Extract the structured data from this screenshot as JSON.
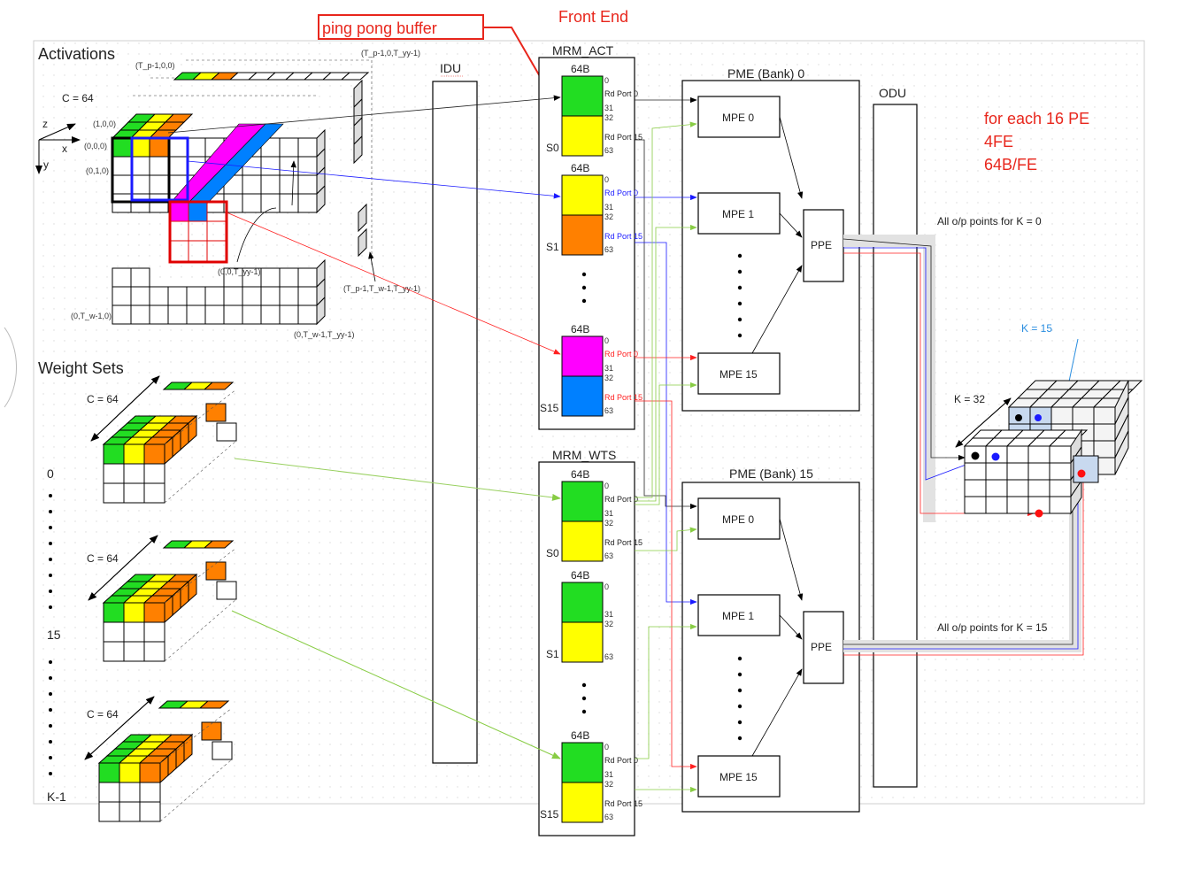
{
  "header": {
    "front_end": "Front End",
    "ping_pong": "ping pong buffer",
    "note_lines": [
      "for each 16 PE",
      "4FE",
      "64B/FE"
    ]
  },
  "activations": {
    "title": "Activations",
    "c_label": "C = 64",
    "axis": {
      "z": "z",
      "x": "x",
      "y": "y"
    },
    "corners": [
      "(T_p-1,0,0)",
      "(T_p-1,0,T_yy-1)",
      "(1,0,0)",
      "(0,0,0)",
      "(0,1,0)",
      "(0,0,T_yy-1)",
      "(T_p-1,T_w-1,T_yy-1)",
      "(0,T_w-1,0)",
      "(0,T_w-1,T_yy-1)"
    ]
  },
  "weights": {
    "title": "Weight Sets",
    "c_labels": [
      "C = 64",
      "C = 64",
      "C = 64"
    ],
    "index_labels": [
      "0",
      "15",
      "K-1"
    ]
  },
  "idu": {
    "label": "IDU"
  },
  "odu": {
    "label": "ODU"
  },
  "mrm_act": {
    "title": "MRM_ACT",
    "banks": [
      {
        "size": "64B",
        "name": "S0",
        "idx": [
          "0",
          "31",
          "32",
          "63"
        ],
        "ports": [
          "Rd Port 0",
          "Rd Port 15"
        ]
      },
      {
        "size": "64B",
        "name": "S1",
        "idx": [
          "0",
          "31",
          "32",
          "63"
        ],
        "ports": [
          "Rd Port 0",
          "Rd Port 15"
        ]
      },
      {
        "size": "64B",
        "name": "S15",
        "idx": [
          "0",
          "31",
          "32",
          "63"
        ],
        "ports": [
          "Rd Port 0",
          "Rd Port 15"
        ]
      }
    ]
  },
  "mrm_wts": {
    "title": "MRM_WTS",
    "banks": [
      {
        "size": "64B",
        "name": "S0",
        "idx": [
          "0",
          "31",
          "32",
          "63"
        ],
        "ports": [
          "Rd Port 0",
          "Rd Port 15"
        ]
      },
      {
        "size": "64B",
        "name": "S1",
        "idx": [
          "0",
          "31",
          "32",
          "63"
        ],
        "ports": []
      },
      {
        "size": "64B",
        "name": "S15",
        "idx": [
          "0",
          "31",
          "32",
          "63"
        ],
        "ports": [
          "Rd Port 0",
          "Rd Port 15"
        ]
      }
    ]
  },
  "pme0": {
    "title": "PME (Bank) 0",
    "mpes": [
      "MPE 0",
      "MPE 1",
      "MPE 15"
    ],
    "ppe": "PPE"
  },
  "pme15": {
    "title": "PME (Bank) 15",
    "mpes": [
      "MPE 0",
      "MPE 1",
      "MPE 15"
    ],
    "ppe": "PPE"
  },
  "output": {
    "k0": "All o/p points for K = 0",
    "k15": "All o/p points for K = 15",
    "k15_label": "K = 15",
    "k32_label": "K = 32"
  },
  "colors": {
    "green": "#22dd22",
    "yellow": "#ffff00",
    "orange": "#ff8000",
    "magenta": "#ff00ff",
    "blue": "#0080ff",
    "red": "#ff0000",
    "light_green": "#99d060"
  }
}
